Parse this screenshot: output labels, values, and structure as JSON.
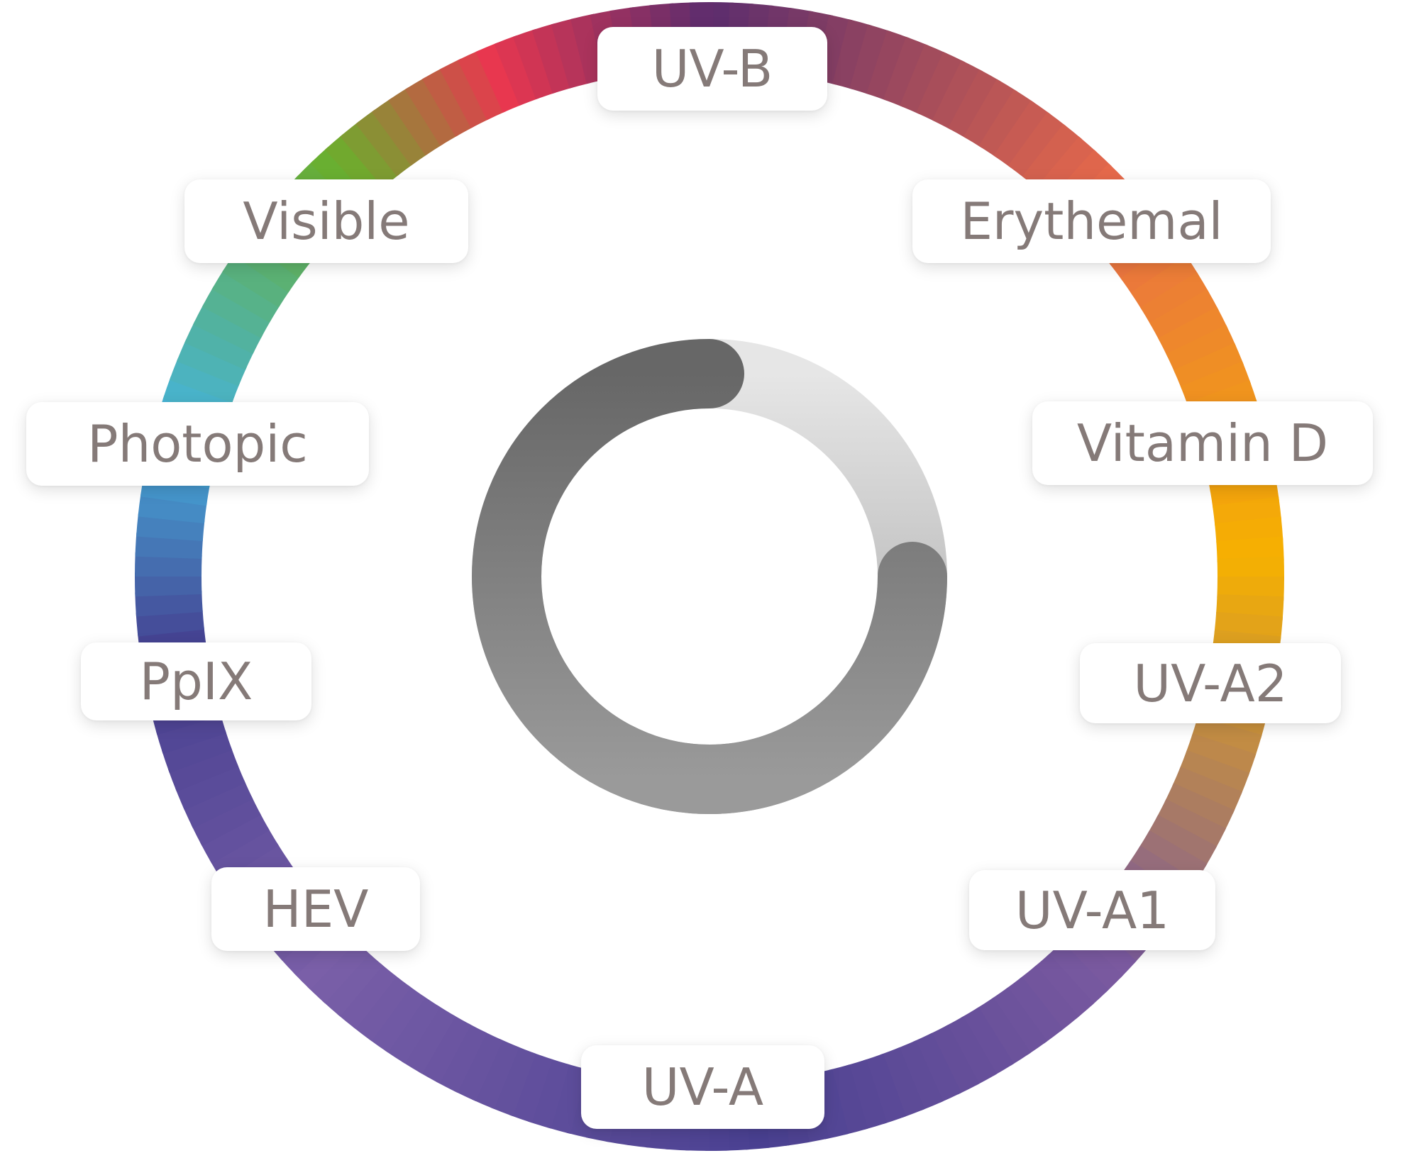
{
  "diagram": {
    "bands": [
      {
        "id": "uvb",
        "label": "UV-B"
      },
      {
        "id": "erythemal",
        "label": "Erythemal"
      },
      {
        "id": "vitamin_d",
        "label": "Vitamin D"
      },
      {
        "id": "uva2",
        "label": "UV-A2"
      },
      {
        "id": "uva1",
        "label": "UV-A1"
      },
      {
        "id": "uva",
        "label": "UV-A"
      },
      {
        "id": "hev",
        "label": "HEV"
      },
      {
        "id": "pplx",
        "label": "PpIX"
      },
      {
        "id": "photopic",
        "label": "Photopic"
      },
      {
        "id": "visible",
        "label": "Visible"
      }
    ],
    "ring_colors": [
      "#5c2d6e",
      "#e86a4a",
      "#f6b100",
      "#7b5aa0",
      "#4a4192",
      "#7a5fa8",
      "#453f90",
      "#45b4e0",
      "#6aaf2c",
      "#e8374f"
    ],
    "spinner": {
      "progress_fraction": 0.75,
      "color_dark": "#676767",
      "color_light": "#e2e2e2"
    }
  }
}
